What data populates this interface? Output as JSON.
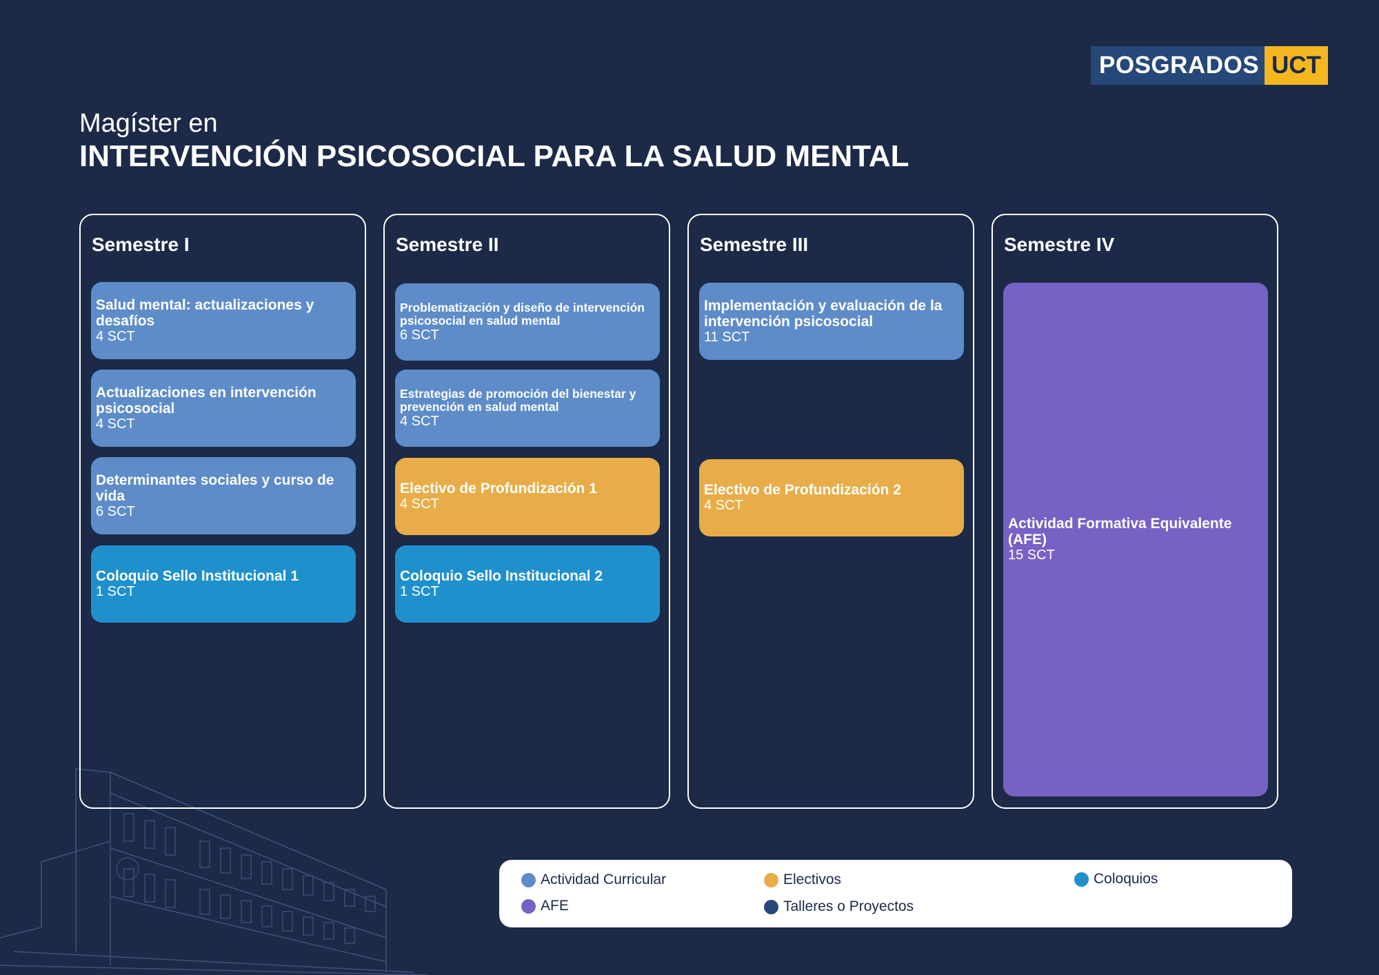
{
  "logo": {
    "part1": "POSGRADOS",
    "part2": "UCT"
  },
  "title": {
    "pre": "Magíster en",
    "main": "INTERVENCIÓN PSICOSOCIAL PARA LA SALUD MENTAL"
  },
  "semesters": [
    {
      "title": "Semestre I",
      "courses": [
        {
          "name": "Salud mental: actualizaciones y desafíos",
          "credits": "4 SCT",
          "category": "Actividad Curricular"
        },
        {
          "name": "Actualizaciones en intervención psicosocial",
          "credits": "4 SCT",
          "category": "Actividad Curricular"
        },
        {
          "name": "Determinantes sociales y curso de vida",
          "credits": "6 SCT",
          "category": "Actividad Curricular"
        },
        {
          "name": "Coloquio Sello Institucional 1",
          "credits": "1 SCT",
          "category": "Coloquios"
        }
      ]
    },
    {
      "title": "Semestre II",
      "courses": [
        {
          "name": "Problematización y diseño de intervención psicosocial en salud mental",
          "credits": "6 SCT",
          "category": "Actividad Curricular"
        },
        {
          "name": "Estrategias de promoción del bienestar y prevención en salud mental",
          "credits": "4 SCT",
          "category": "Actividad Curricular"
        },
        {
          "name": "Electivo de Profundización 1",
          "credits": "4 SCT",
          "category": "Electivos"
        },
        {
          "name": "Coloquio Sello Institucional 2",
          "credits": "1 SCT",
          "category": "Coloquios"
        }
      ]
    },
    {
      "title": "Semestre III",
      "courses": [
        {
          "name": "Implementación y evaluación de la intervención psicosocial",
          "credits": "11 SCT",
          "category": "Actividad Curricular"
        },
        {
          "name": "Electivo de Profundización 2",
          "credits": "4 SCT",
          "category": "Electivos"
        }
      ]
    },
    {
      "title": "Semestre IV",
      "courses": [
        {
          "name": "Actividad Formativa Equivalente (AFE)",
          "credits": "15 SCT",
          "category": "AFE"
        }
      ]
    }
  ],
  "legend": [
    {
      "label": "Actividad Curricular",
      "color": "#5e8cc9"
    },
    {
      "label": "Electivos",
      "color": "#e8ad48"
    },
    {
      "label": "Coloquios",
      "color": "#2090cc"
    },
    {
      "label": "AFE",
      "color": "#7662c4"
    },
    {
      "label": "Talleres o Proyectos",
      "color": "#254878"
    }
  ],
  "colors": {
    "background": "#1c2a48",
    "curricular": "#5e8cc9",
    "electivos": "#e8ad48",
    "coloquios": "#2090cc",
    "afe": "#7662c4",
    "accent": "#f5b61f"
  }
}
